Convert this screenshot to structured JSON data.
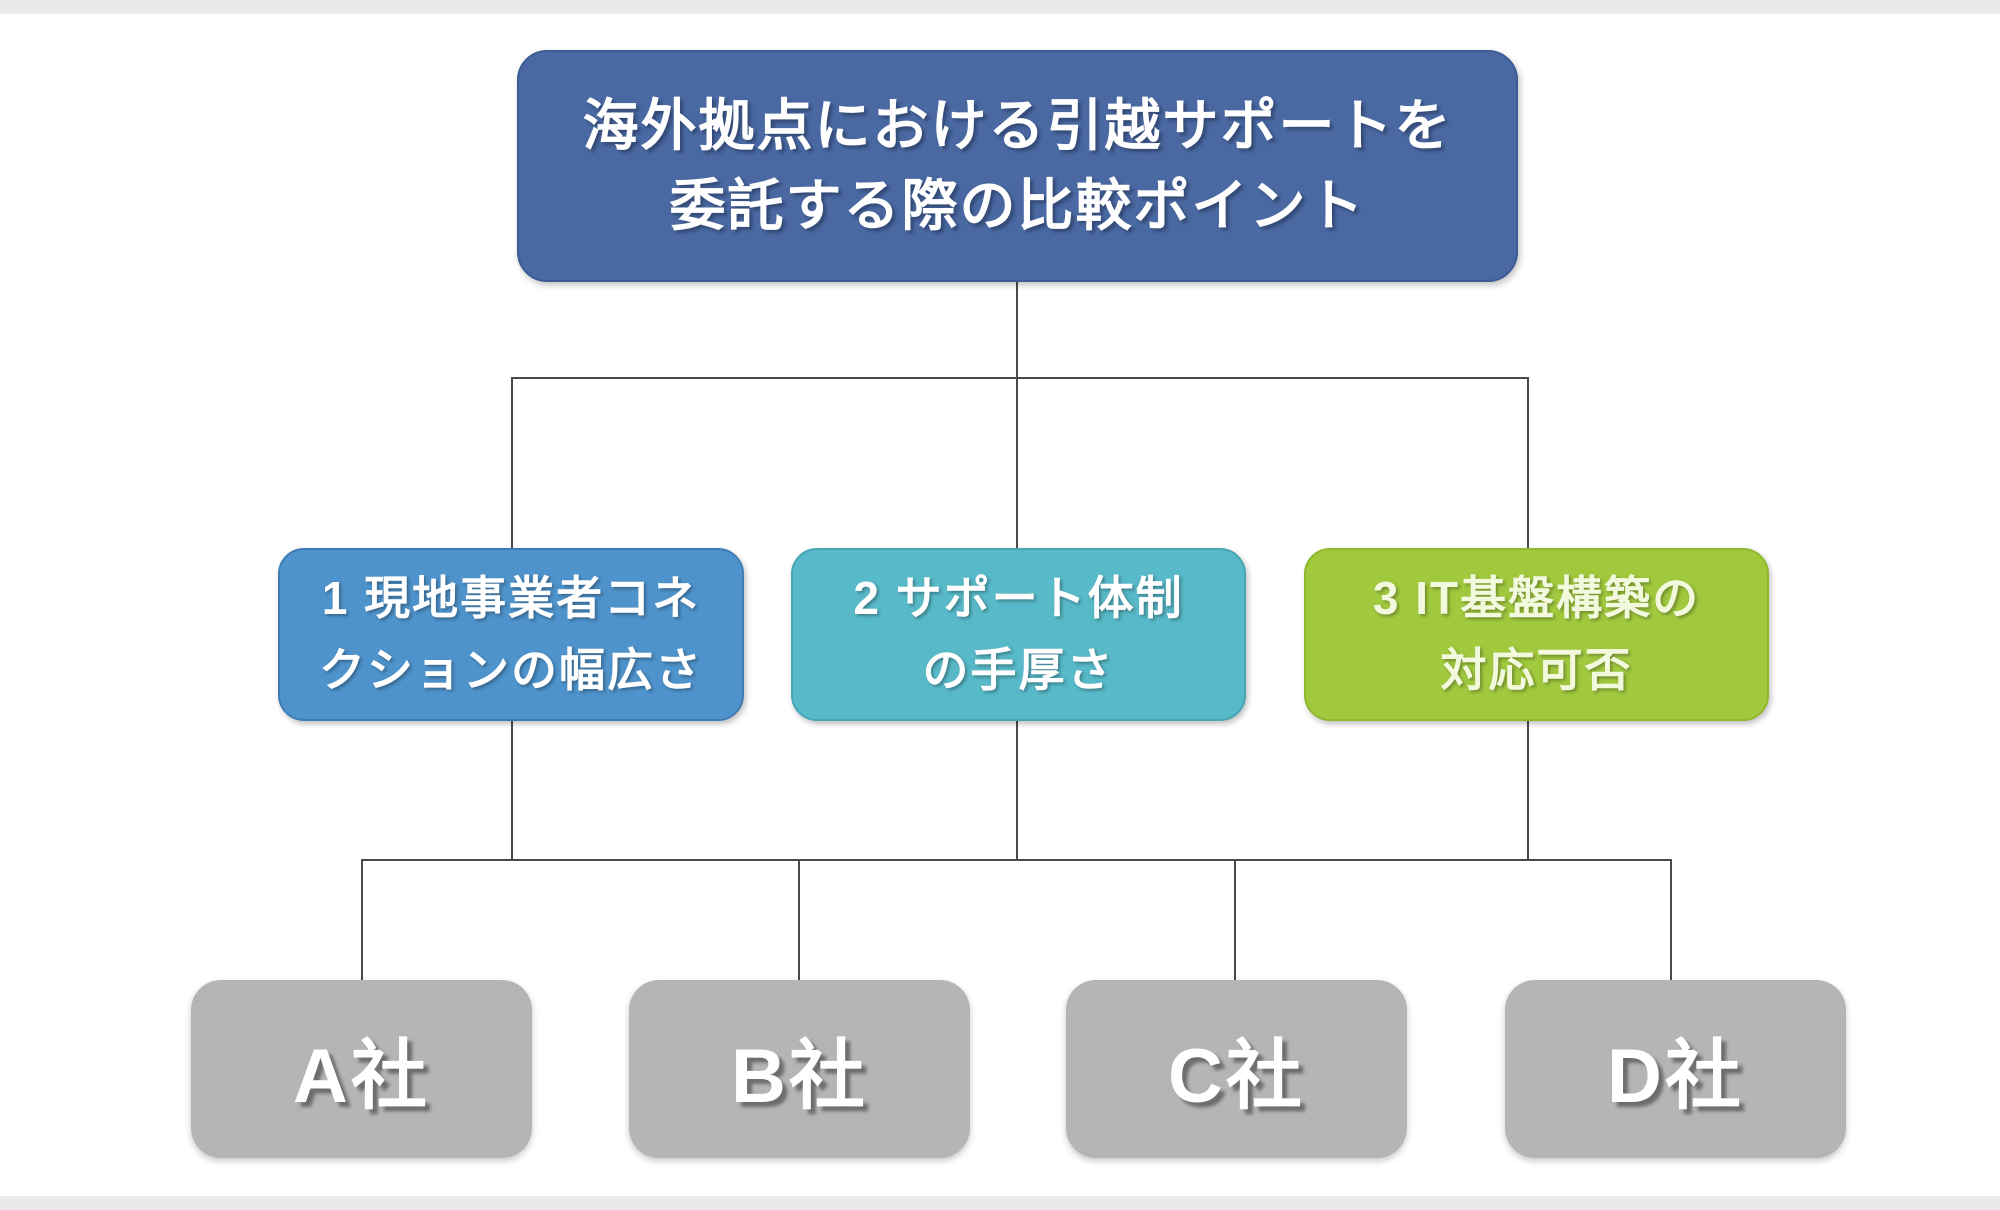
{
  "diagram": {
    "type": "flowchart",
    "root": {
      "title_line1": "海外拠点における引越サポートを",
      "title_line2": "委託する際の比較ポイント",
      "color": "#4a69a2",
      "text_color": "#ffffff"
    },
    "criteria": [
      {
        "line1": "1 現地事業者コネ",
        "line2": "クションの幅広さ",
        "color": "#4e93cb",
        "text_color": "#ffffff"
      },
      {
        "line1": "2 サポート体制",
        "line2": "の手厚さ",
        "color": "#58b9c8",
        "text_color": "#ffffff"
      },
      {
        "line1": "3 IT基盤構築の",
        "line2": "対応可否",
        "color": "#a1c93e",
        "text_color": "#f2f9dd"
      }
    ],
    "companies": [
      {
        "label": "A社"
      },
      {
        "label": "B社"
      },
      {
        "label": "C社"
      },
      {
        "label": "D社"
      }
    ],
    "company_color": "#b5b5b5",
    "connector_color": "#4a4a4a",
    "background_color": "#ffffff"
  }
}
